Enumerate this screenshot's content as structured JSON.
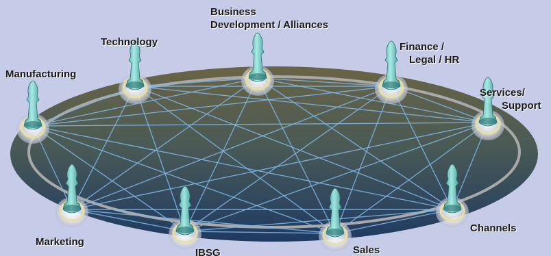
{
  "diagram": {
    "nodes": [
      {
        "id": "manufacturing",
        "lines": [
          "Manufacturing"
        ]
      },
      {
        "id": "technology",
        "lines": [
          "Technology"
        ]
      },
      {
        "id": "business-development",
        "lines": [
          "Business",
          "Development / Alliances"
        ]
      },
      {
        "id": "finance",
        "lines": [
          "Finance /",
          "Legal / HR"
        ]
      },
      {
        "id": "services",
        "lines": [
          "Services/",
          "Support"
        ]
      },
      {
        "id": "channels",
        "lines": [
          "Channels"
        ]
      },
      {
        "id": "sales",
        "lines": [
          "Sales"
        ]
      },
      {
        "id": "ibsg",
        "lines": [
          "IBSG"
        ]
      },
      {
        "id": "marketing",
        "lines": [
          "Marketing"
        ]
      }
    ],
    "colors": {
      "background": "#c6cce8",
      "platform_top": "#54604a",
      "platform_bottom": "#233a5a",
      "ring": "#a9a9a9",
      "connector": "#7fb6e6",
      "piece": "#7fd4cf",
      "base_ring": "#e8e0a0"
    }
  }
}
